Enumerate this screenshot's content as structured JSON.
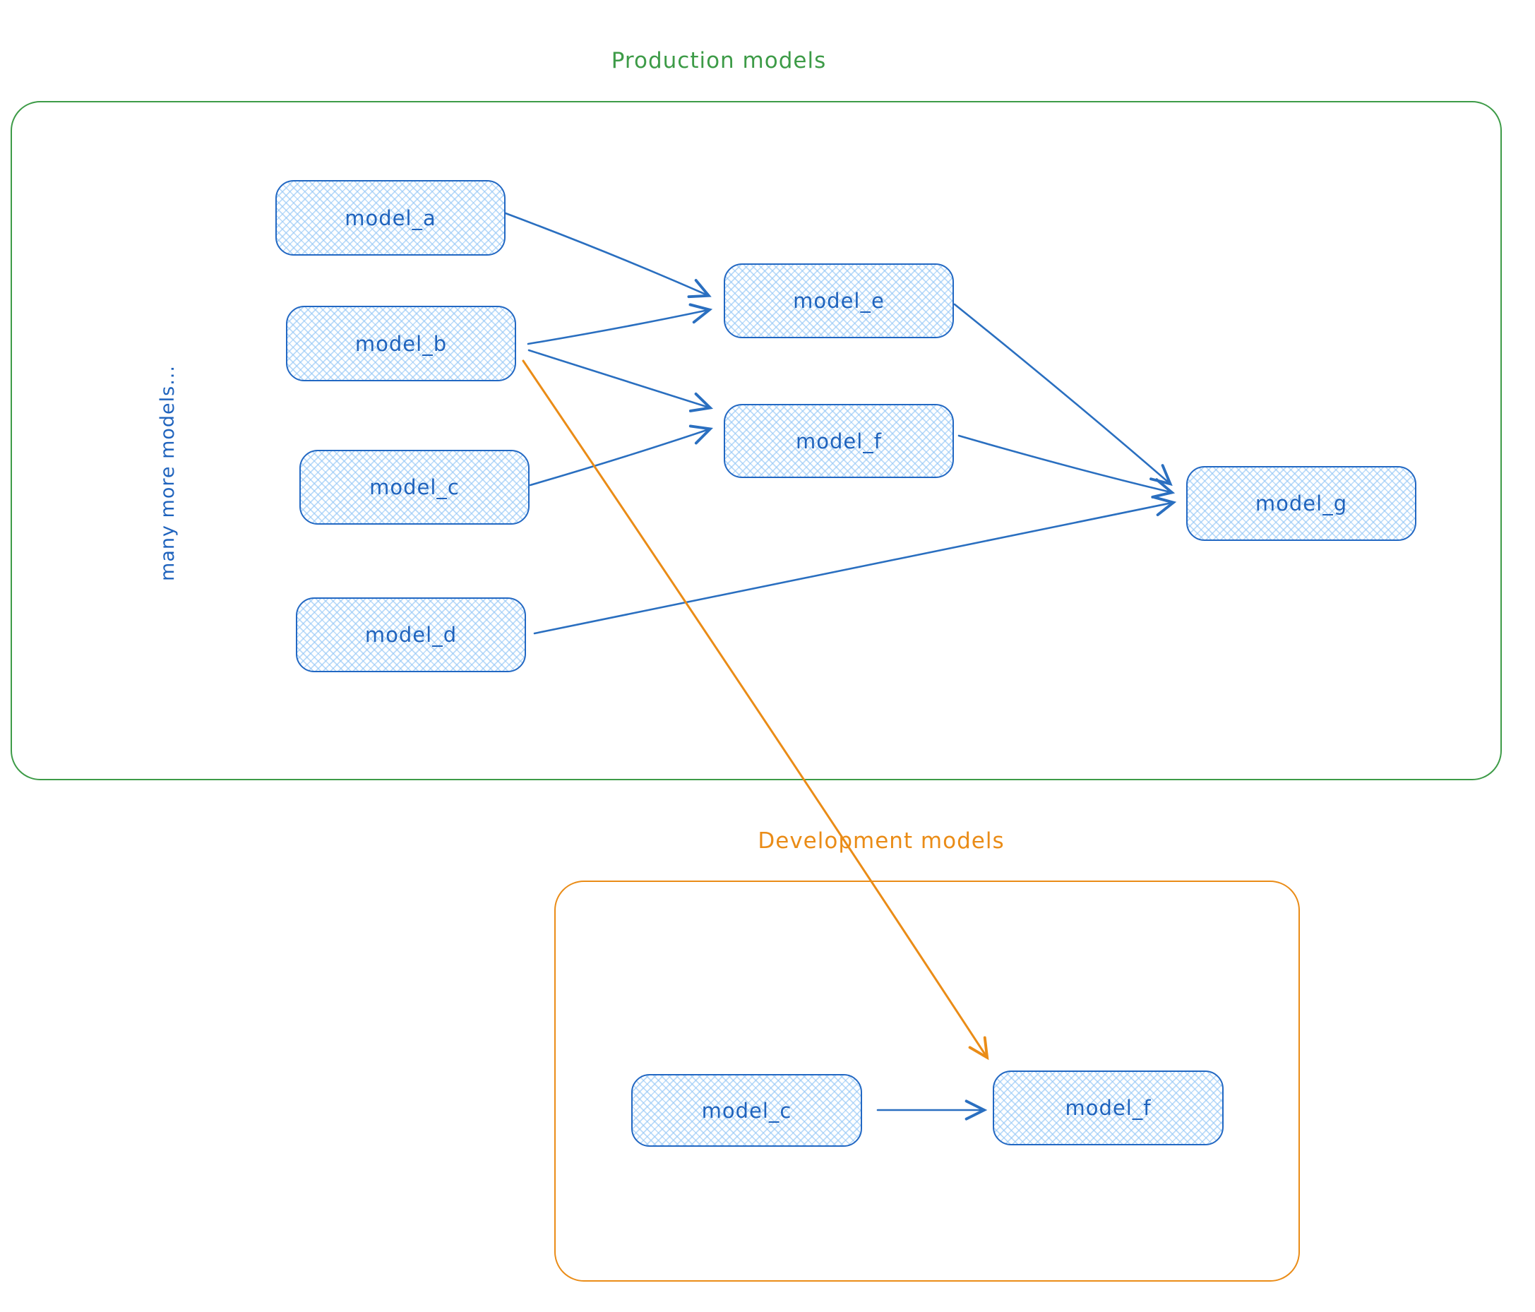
{
  "diagram": {
    "production": {
      "title": "Production models"
    },
    "development": {
      "title": "Development models"
    },
    "side_note": "many more models...",
    "nodes": {
      "model_a": {
        "label": "model_a"
      },
      "model_b": {
        "label": "model_b"
      },
      "model_c": {
        "label": "model_c"
      },
      "model_d": {
        "label": "model_d"
      },
      "model_e": {
        "label": "model_e"
      },
      "model_f": {
        "label": "model_f"
      },
      "model_g": {
        "label": "model_g"
      },
      "dev_model_c": {
        "label": "model_c"
      },
      "dev_model_f": {
        "label": "model_f"
      }
    },
    "edges": [
      {
        "from": "model_a",
        "to": "model_e",
        "color": "#2a6fc0"
      },
      {
        "from": "model_b",
        "to": "model_e",
        "color": "#2a6fc0"
      },
      {
        "from": "model_b",
        "to": "model_f",
        "color": "#2a6fc0"
      },
      {
        "from": "model_c",
        "to": "model_f",
        "color": "#2a6fc0"
      },
      {
        "from": "model_e",
        "to": "model_g",
        "color": "#2a6fc0"
      },
      {
        "from": "model_f",
        "to": "model_g",
        "color": "#2a6fc0"
      },
      {
        "from": "model_d",
        "to": "model_g",
        "color": "#2a6fc0"
      },
      {
        "from": "model_b",
        "to": "dev_model_f",
        "color": "#ea8c17"
      },
      {
        "from": "dev_model_c",
        "to": "dev_model_f",
        "color": "#2a6fc0"
      }
    ],
    "colors": {
      "production_border": "#3d9b47",
      "development_border": "#ea8c17",
      "node_border": "#2268c3",
      "node_hatch": "#96c8f6",
      "edge_blue": "#2a6fc0",
      "edge_orange": "#ea8c17"
    }
  }
}
